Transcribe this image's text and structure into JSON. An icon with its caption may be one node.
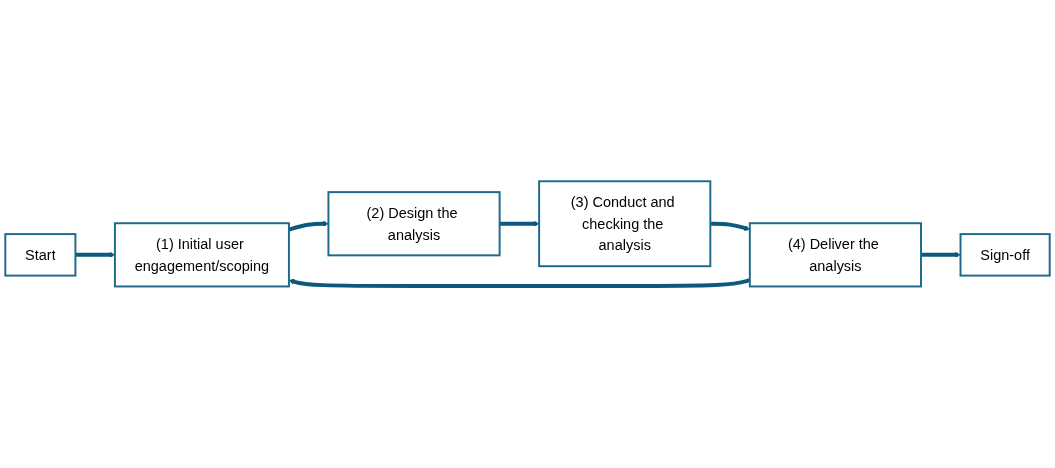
{
  "diagram": {
    "nodes": [
      {
        "text": [
          "Start"
        ]
      },
      {
        "text": [
          "(1) Initial user engagement/scoping"
        ]
      },
      {
        "text": [
          "(2) Design the analysis"
        ]
      },
      {
        "text": [
          "(3) Conduct and checking the analysis"
        ]
      },
      {
        "text": [
          "(4) Deliver the analysis"
        ]
      },
      {
        "text": [
          "Sign-off"
        ]
      }
    ],
    "edges": [
      {
        "from": 0,
        "to": 1,
        "arrow": "to"
      },
      {
        "from": 1,
        "to": 2,
        "arrow": "to"
      },
      {
        "from": 2,
        "to": 3,
        "arrow": "to"
      },
      {
        "from": 3,
        "to": 4,
        "arrow": "to"
      },
      {
        "from": 4,
        "to": 1,
        "arrow": "to"
      },
      {
        "from": 4,
        "to": 5,
        "arrow": "to"
      }
    ]
  }
}
